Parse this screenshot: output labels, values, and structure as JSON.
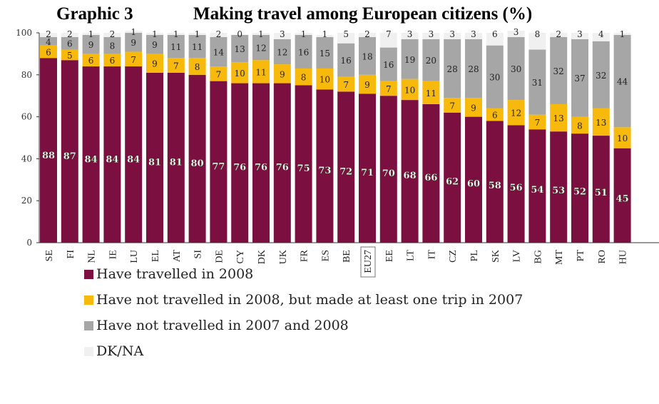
{
  "header": {
    "graphic_label": "Graphic 3",
    "title": "Making travel among European citizens (%)"
  },
  "chart_data": {
    "type": "bar",
    "stacked": true,
    "categories": [
      "SE",
      "FI",
      "NL",
      "IE",
      "LU",
      "EL",
      "AT",
      "SI",
      "DE",
      "CY",
      "DK",
      "UK",
      "FR",
      "ES",
      "BE",
      "EU27",
      "EE",
      "LT",
      "IT",
      "CZ",
      "PL",
      "SK",
      "LV",
      "BG",
      "MT",
      "PT",
      "RO",
      "HU"
    ],
    "highlighted_category": "EU27",
    "ylim": [
      0,
      100
    ],
    "yticks": [
      0,
      20,
      40,
      60,
      80,
      100
    ],
    "series": [
      {
        "name": "Have travelled in 2008",
        "color": "#7b1040",
        "values": [
          88,
          87,
          84,
          84,
          84,
          81,
          81,
          80,
          77,
          76,
          76,
          76,
          75,
          73,
          72,
          71,
          70,
          68,
          66,
          62,
          60,
          58,
          56,
          54,
          53,
          52,
          51,
          45
        ]
      },
      {
        "name": "Have not travelled in 2008, but made at least one trip in 2007",
        "color": "#f7b90c",
        "values": [
          6,
          5,
          6,
          6,
          7,
          9,
          7,
          8,
          7,
          10,
          11,
          9,
          8,
          10,
          7,
          9,
          7,
          10,
          11,
          7,
          9,
          6,
          12,
          7,
          13,
          8,
          13,
          10
        ]
      },
      {
        "name": "Have not travelled in 2007 and 2008",
        "color": "#a6a6a6",
        "values": [
          4,
          6,
          9,
          8,
          9,
          9,
          11,
          11,
          14,
          13,
          12,
          12,
          16,
          15,
          16,
          18,
          16,
          19,
          20,
          28,
          28,
          30,
          30,
          31,
          32,
          37,
          32,
          44
        ]
      },
      {
        "name": "DK/NA",
        "color": "#f0f0f0",
        "values": [
          2,
          2,
          1,
          2,
          1,
          1,
          1,
          1,
          2,
          0,
          1,
          3,
          1,
          1,
          5,
          2,
          7,
          3,
          3,
          3,
          3,
          6,
          3,
          8,
          2,
          3,
          4,
          1
        ]
      }
    ]
  }
}
